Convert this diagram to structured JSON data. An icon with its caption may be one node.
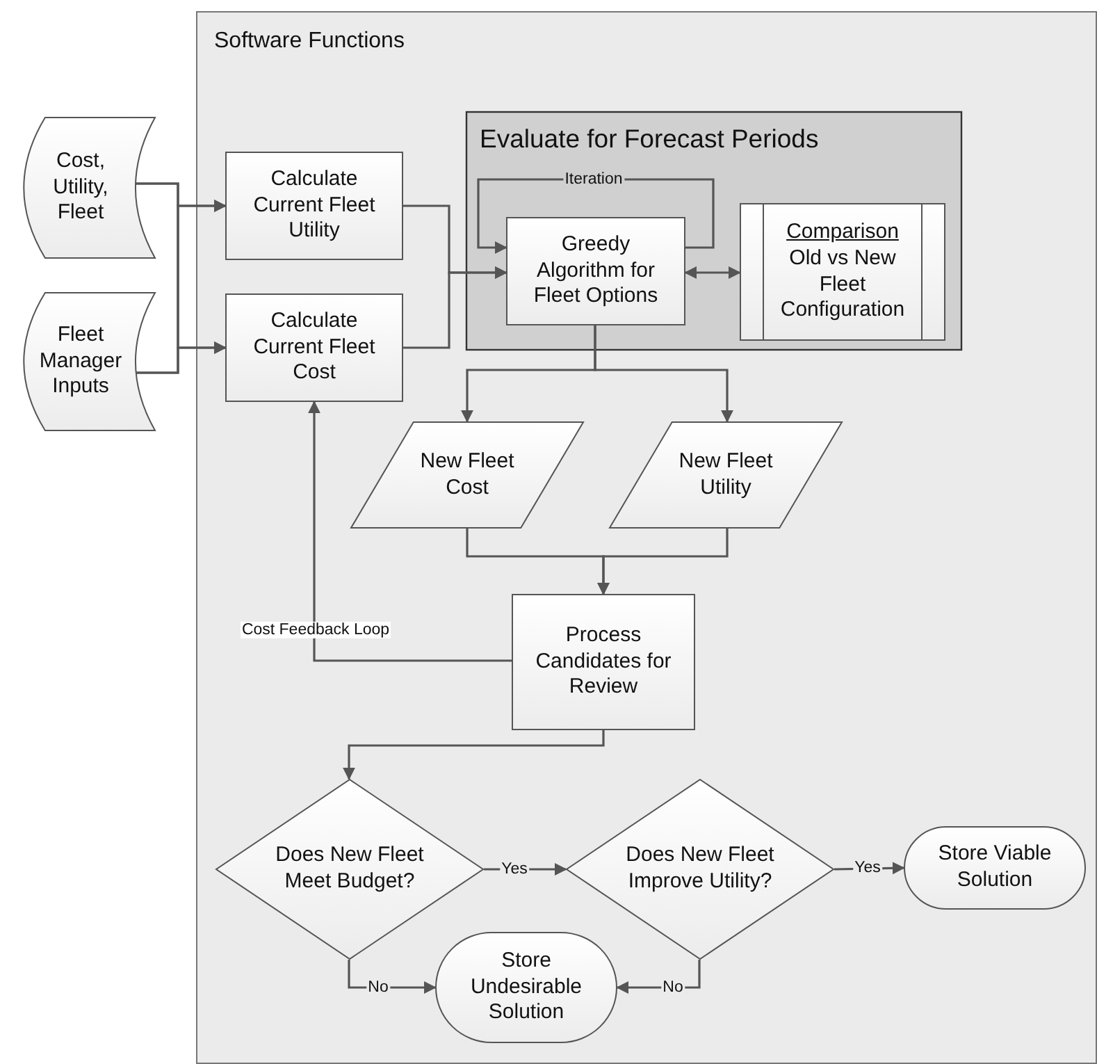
{
  "diagram": {
    "nodes": [
      {
        "text": [
          "Software Functions"
        ]
      },
      {
        "text": [
          "Cost, Utility, Fleet"
        ]
      },
      {
        "text": [
          "Fleet Manager Inputs"
        ]
      },
      {
        "text": [
          "Calculate Current Fleet Utility"
        ],
        "in": 0
      },
      {
        "text": [
          "Calculate Current Fleet Cost"
        ],
        "in": 0
      },
      {
        "text": [
          "Evaluate for Forecast Periods"
        ],
        "in": 0
      },
      {
        "text": [
          "Greedy Algorithm for Fleet Options"
        ],
        "in": 5
      },
      {
        "text": [
          "Comparison",
          "Old vs New Fleet Configuration"
        ],
        "in": 5
      },
      {
        "text": [
          "New Fleet Cost"
        ],
        "in": 0
      },
      {
        "text": [
          "New Fleet Utility"
        ],
        "in": 0
      },
      {
        "text": [
          "Process Candidates for Review"
        ],
        "in": 0
      },
      {
        "text": [
          "Does New Fleet Meet Budget?"
        ],
        "in": 0
      },
      {
        "text": [
          "Does New Fleet Improve Utility?"
        ],
        "in": 0
      },
      {
        "text": [
          "Store Viable Solution"
        ],
        "in": 0
      },
      {
        "text": [
          "Store Undesirable Solution"
        ],
        "in": 0
      }
    ],
    "edges": [
      {
        "from": 1,
        "to": 3,
        "arrow": "to"
      },
      {
        "from": 1,
        "to": 4,
        "arrow": "to"
      },
      {
        "from": 2,
        "to": 3,
        "arrow": "to"
      },
      {
        "from": 2,
        "to": 4,
        "arrow": "to"
      },
      {
        "from": 3,
        "to": 6,
        "arrow": "to"
      },
      {
        "from": 4,
        "to": 6,
        "arrow": "to"
      },
      {
        "from": 6,
        "to": 6,
        "arrow": "to",
        "label": "Iteration"
      },
      {
        "from": 6,
        "to": 7,
        "arrow": "both"
      },
      {
        "from": 6,
        "to": 8,
        "arrow": "to"
      },
      {
        "from": 6,
        "to": 9,
        "arrow": "to"
      },
      {
        "from": 8,
        "to": 10,
        "arrow": "to"
      },
      {
        "from": 9,
        "to": 10,
        "arrow": "to"
      },
      {
        "from": 10,
        "to": 4,
        "arrow": "to",
        "label": "Cost Feedback Loop"
      },
      {
        "from": 10,
        "to": 11,
        "arrow": "to"
      },
      {
        "from": 11,
        "to": 12,
        "arrow": "to",
        "label": "Yes"
      },
      {
        "from": 12,
        "to": 13,
        "arrow": "to",
        "label": "Yes"
      },
      {
        "from": 11,
        "to": 14,
        "arrow": "to",
        "label": "No"
      },
      {
        "from": 12,
        "to": 14,
        "arrow": "to",
        "label": "No"
      }
    ]
  }
}
